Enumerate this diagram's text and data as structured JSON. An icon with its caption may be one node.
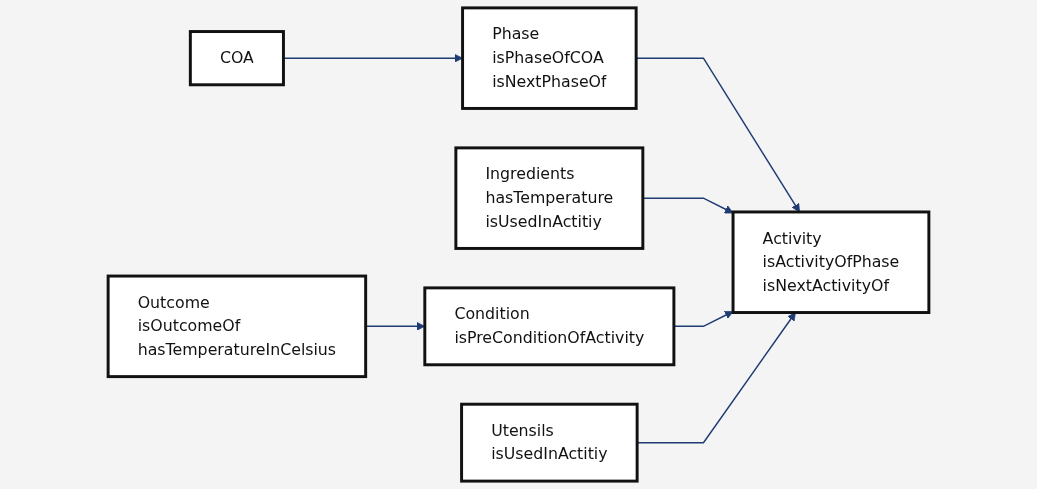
{
  "diagram": {
    "nodes": [
      {
        "text": [
          "COA"
        ]
      },
      {
        "text": [
          "Phase",
          "isPhaseOfCOA",
          "isNextPhaseOf"
        ]
      },
      {
        "text": [
          "Activity",
          "isActivityOfPhase",
          "isNextActivityOf"
        ]
      },
      {
        "text": [
          "Ingredients",
          "hasTemperature",
          "isUsedInActitiy"
        ]
      },
      {
        "text": [
          "Condition",
          "isPreConditionOfActivity"
        ]
      },
      {
        "text": [
          "Utensils",
          "isUsedInActitiy"
        ]
      },
      {
        "text": [
          "Outcome",
          "isOutcomeOf",
          "hasTemperatureInCelsius"
        ]
      }
    ],
    "edges": [
      {
        "from": 0,
        "to": 1,
        "arrow": "to"
      },
      {
        "from": 1,
        "to": 2,
        "arrow": "to"
      },
      {
        "from": 3,
        "to": 2,
        "arrow": "to"
      },
      {
        "from": 4,
        "to": 2,
        "arrow": "to"
      },
      {
        "from": 5,
        "to": 2,
        "arrow": "to"
      },
      {
        "from": 6,
        "to": 4,
        "arrow": "to"
      }
    ]
  }
}
